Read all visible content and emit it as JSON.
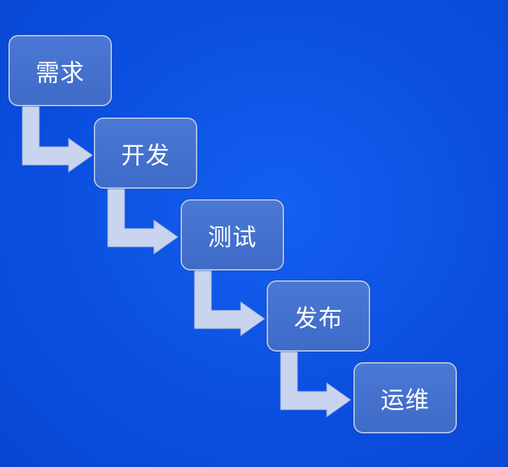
{
  "diagram": {
    "steps": [
      {
        "label": "需求"
      },
      {
        "label": "开发"
      },
      {
        "label": "测试"
      },
      {
        "label": "发布"
      },
      {
        "label": "运维"
      }
    ],
    "colors": {
      "background": "#0b4fe0",
      "box_fill": "#4474cf",
      "box_border": "#aec4ee",
      "arrow_fill": "#c9d4ee",
      "text": "#ffffff"
    }
  }
}
